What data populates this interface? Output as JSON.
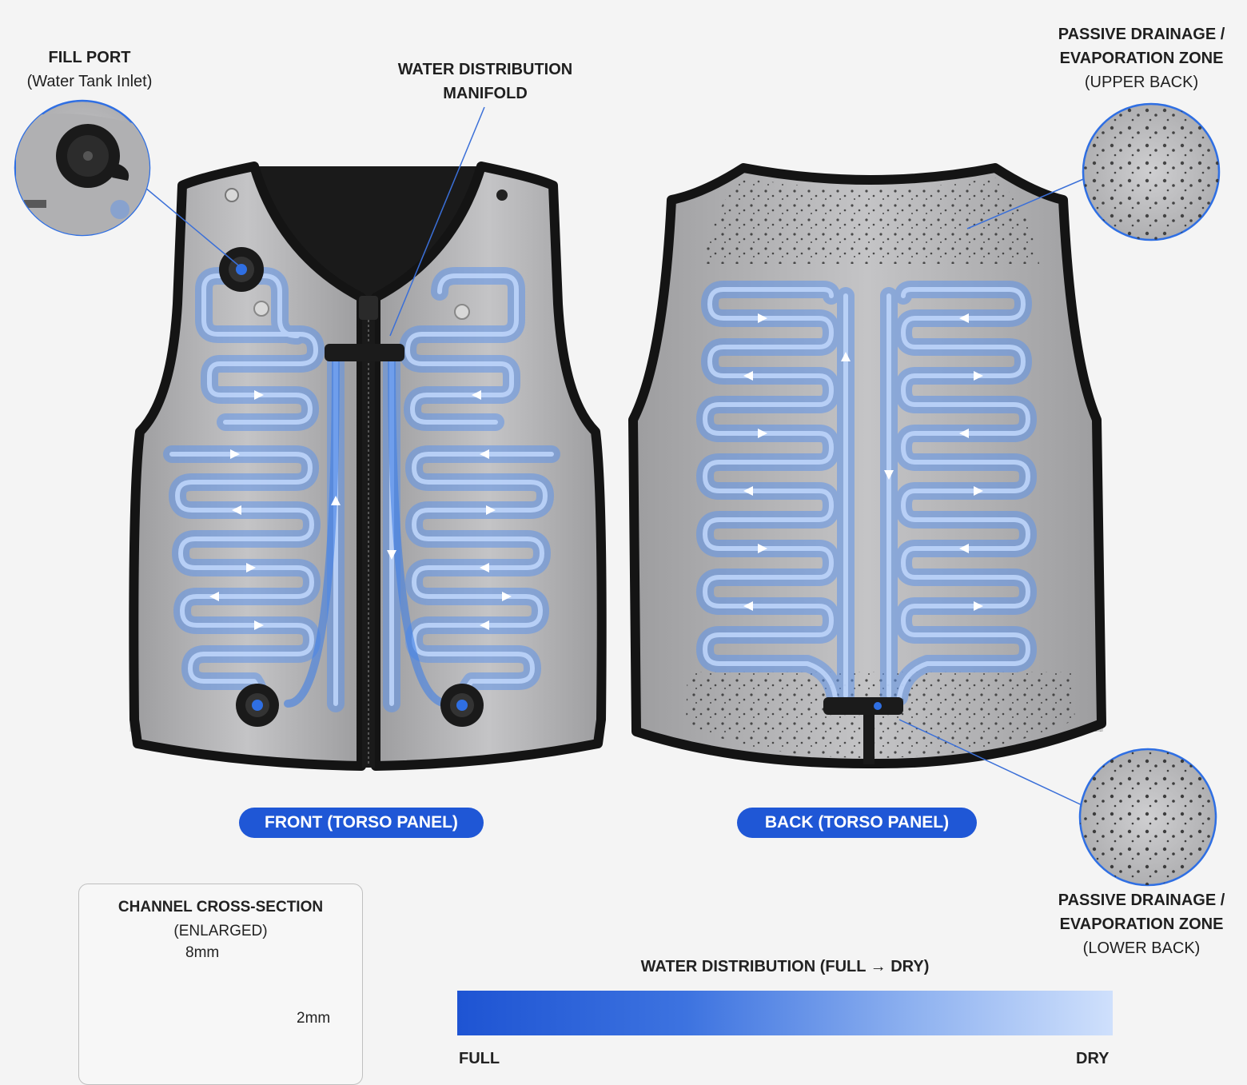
{
  "callouts": {
    "fill_port": {
      "title": "FILL PORT",
      "subtitle": "(Water Tank Inlet)"
    },
    "manifold": {
      "line1": "WATER DISTRIBUTION",
      "line2": "MANIFOLD"
    },
    "upper_zone": {
      "line1": "PASSIVE DRAINAGE /",
      "line2": "EVAPORATION ZONE",
      "line3": "(UPPER BACK)"
    },
    "lower_zone": {
      "line1": "PASSIVE DRAINAGE /",
      "line2": "EVAPORATION ZONE",
      "line3": "(LOWER BACK)"
    }
  },
  "panels": {
    "front_label": "FRONT (TORSO PANEL)",
    "back_label": "BACK (TORSO PANEL)"
  },
  "cross_section": {
    "title_line1": "CHANNEL CROSS-SECTION",
    "title_line2": "(ENLARGED)",
    "width_label": "8mm",
    "height_label": "2mm"
  },
  "legend": {
    "title": "WATER DISTRIBUTION (FULL → DRY)",
    "left_label": "FULL",
    "right_label": "DRY"
  },
  "colors": {
    "channel_blue": "#3f7fe6",
    "pill_blue": "#1f57d6",
    "vest_gray": "#b9b9bb",
    "trim_black": "#141414"
  }
}
